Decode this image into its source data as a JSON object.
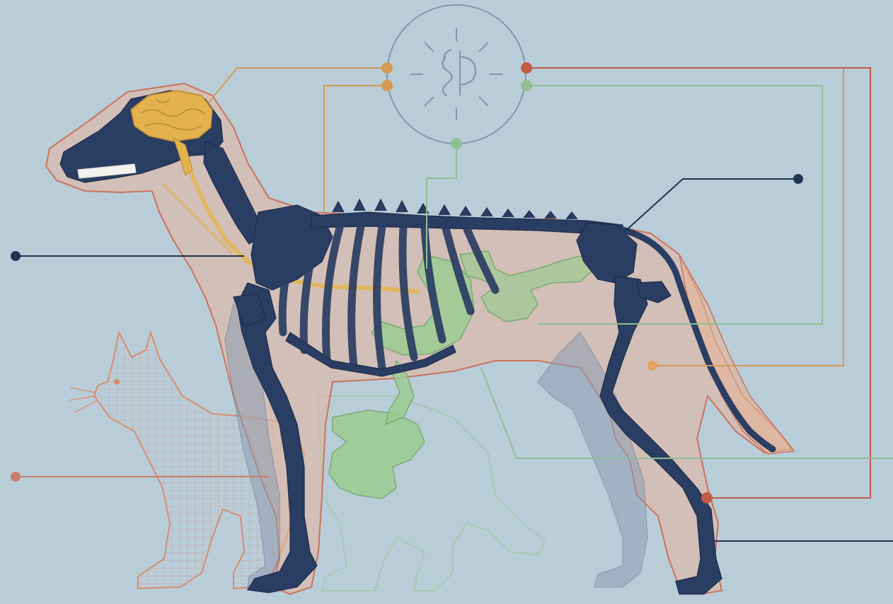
{
  "diagram": {
    "background": "#b9cdd9",
    "subject": "dog anatomy",
    "colors": {
      "bone": "#2a3d62",
      "bone_faded": "#8e9db3",
      "brain": "#e3b24f",
      "nerve": "#e0b761",
      "organs": "#9ccb92",
      "body_fill": "#e8b49a",
      "outline": "#c8735e",
      "cat_outline": "#d98a68",
      "cat_ghost_green": "#a7cfa8",
      "leader_orange": "#d59a53",
      "leader_green": "#8fbf93",
      "leader_red": "#c25a44",
      "leader_dark": "#1e3452",
      "dot_salmon": "#c97e6b"
    },
    "central_icon": "symbolic-glyph-icon",
    "callouts": [
      {
        "name": "brain-callout",
        "color": "orange"
      },
      {
        "name": "nerve-callout",
        "color": "orange"
      },
      {
        "name": "organs-callout",
        "color": "green"
      },
      {
        "name": "hind-body-callout",
        "color": "orange"
      },
      {
        "name": "hock-joint-callout",
        "color": "red"
      },
      {
        "name": "hind-foot-callout",
        "color": "dark"
      },
      {
        "name": "pelvis-callout",
        "color": "dark"
      },
      {
        "name": "neck-callout",
        "color": "dark"
      },
      {
        "name": "cat-callout",
        "color": "salmon"
      }
    ]
  }
}
